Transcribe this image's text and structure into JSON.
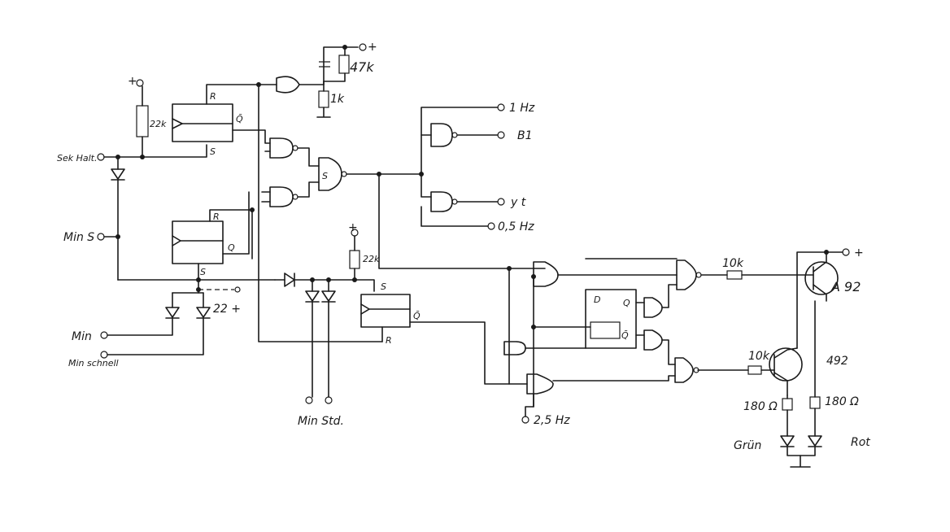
{
  "labels": {
    "sek_halt": "Sek Halt.",
    "min_s": "Min S",
    "min": "Min",
    "min_schnell": "Min schnell",
    "min_std": "Min Std.",
    "plus_top": "+",
    "r_22k_a": "22k",
    "r_47k": "47k",
    "r_1k": "1k",
    "vplus_top": "+",
    "r_22k_b": "22k",
    "plus_mid": "+",
    "c_22": "22 +",
    "out_1hz": "1 Hz",
    "out_b1": "B1",
    "out_yt": "y t",
    "out_05hz": "0,5 Hz",
    "in_25hz": "2,5 Hz",
    "r_10k_a": "10k",
    "r_10k_b": "10k",
    "vplus_right": "+",
    "t_a92": "A 92",
    "t_492": "492",
    "r_180_a": "180 Ω",
    "r_180_b": "180 Ω",
    "led_gruen": "Grün",
    "led_rot": "Rot",
    "ff1_r": "R",
    "ff1_q": "Q̄",
    "ff1_s": "S",
    "ff2_r": "R",
    "ff2_q": "Q",
    "ff2_s": "S",
    "ff3_s": "S",
    "ff3_q": "Q̄",
    "ff3_r": "R",
    "ff4_d": "D",
    "ff4_q": "Q",
    "ff4_qb": "Q̄",
    "gate_s": "S"
  }
}
